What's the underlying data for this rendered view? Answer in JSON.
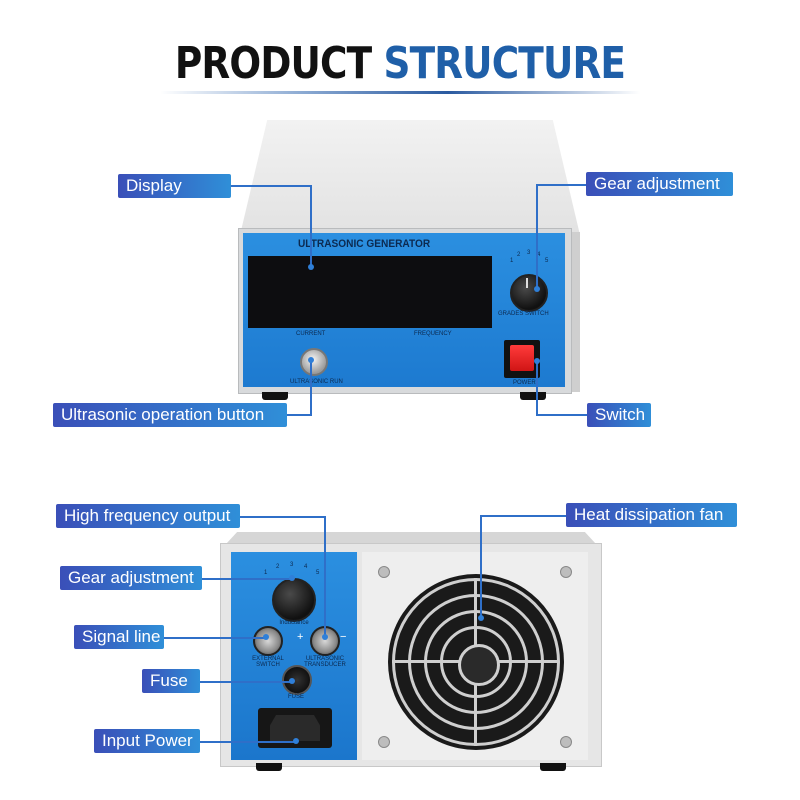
{
  "header": {
    "title_part1": "PRODUCT",
    "title_part2": "STRUCTURE"
  },
  "top_device": {
    "panel_title": "ULTRASONIC GENERATOR",
    "current_label": "CURRENT",
    "frequency_label": "FREQUENCY",
    "run_label": "ULTRASONIC RUN",
    "grades_label": "GRADES SWITCH",
    "power_label": "POWER",
    "gear_ticks": [
      "1",
      "2",
      "3",
      "4",
      "5"
    ],
    "callouts": {
      "display": "Display",
      "gear": "Gear adjustment",
      "run_button": "Ultrasonic operation button",
      "switch": "Switch"
    }
  },
  "bottom_device": {
    "inductance_label": "Inductance",
    "external_switch_label": "EXTERNAL SWITCH",
    "transducer_label": "ULTRASONIC TRANSDUCER",
    "fuse_label": "FUSE",
    "plus_sign": "+",
    "minus_sign": "−",
    "gear_ticks": [
      "1",
      "2",
      "3",
      "4",
      "5"
    ],
    "callouts": {
      "hf_output": "High frequency output",
      "fan": "Heat dissipation fan",
      "gear": "Gear adjustment",
      "signal": "Signal line",
      "fuse": "Fuse",
      "power": "Input Power"
    }
  },
  "colors": {
    "accent": "#1f5fa8",
    "panel_blue": "#2b8fe0",
    "label_start": "#3a4fb8",
    "label_end": "#2f8fd8"
  }
}
